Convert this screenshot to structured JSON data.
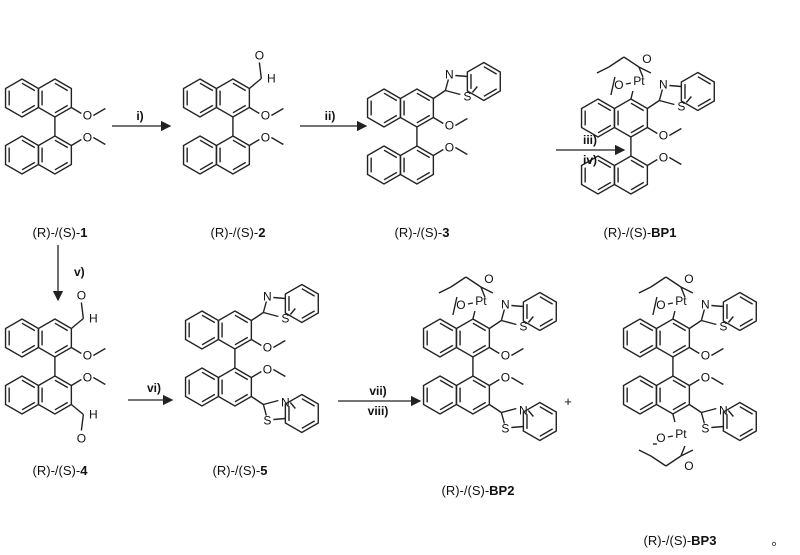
{
  "compounds": [
    {
      "id": "1",
      "label_prefix": "(R)-/(S)-",
      "label_suffix": "1"
    },
    {
      "id": "2",
      "label_prefix": "(R)-/(S)-",
      "label_suffix": "2"
    },
    {
      "id": "3",
      "label_prefix": "(R)-/(S)-",
      "label_suffix": "3"
    },
    {
      "id": "BP1",
      "label_prefix": "(R)-/(S)-",
      "label_suffix": "BP1"
    },
    {
      "id": "4",
      "label_prefix": "(R)-/(S)-",
      "label_suffix": "4"
    },
    {
      "id": "5",
      "label_prefix": "(R)-/(S)-",
      "label_suffix": "5"
    },
    {
      "id": "BP2",
      "label_prefix": "(R)-/(S)-",
      "label_suffix": "BP2"
    },
    {
      "id": "BP3",
      "label_prefix": "(R)-/(S)-",
      "label_suffix": "BP3"
    }
  ],
  "reagents": {
    "i": "i)",
    "ii": "ii)",
    "iii": "iii)",
    "iv": "iv)",
    "v": "v)",
    "vi": "vi)",
    "vii": "vii)",
    "viii": "viii)"
  },
  "atoms": {
    "O": "O",
    "N": "N",
    "S": "S",
    "H": "H",
    "Pt": "Pt"
  },
  "plus": "+",
  "trailing_mark": "。"
}
